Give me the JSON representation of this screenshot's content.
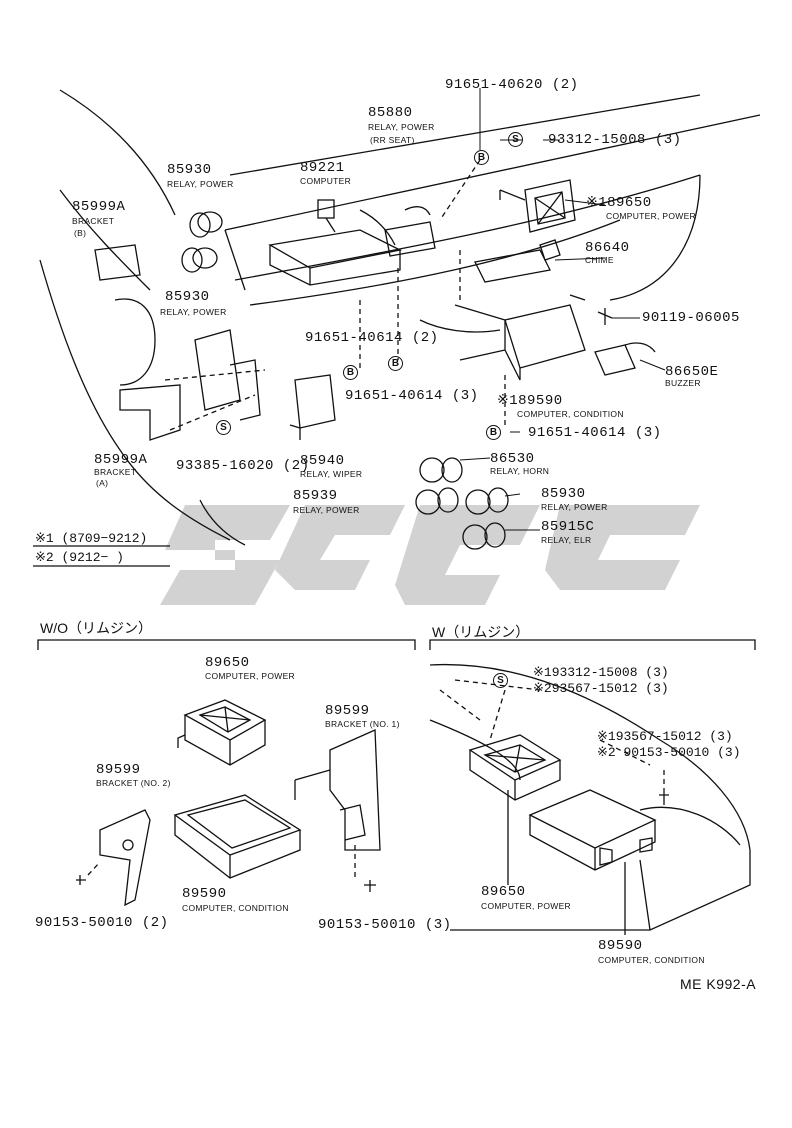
{
  "parts": [
    {
      "num": "91651-40620 (2)"
    },
    {
      "num": "85880",
      "name": "RELAY, POWER",
      "extra": "(RR SEAT)"
    },
    {
      "num": "93312-15008 (3)"
    },
    {
      "num": "85930",
      "name": "RELAY, POWER"
    },
    {
      "num": "89221",
      "name": "COMPUTER"
    },
    {
      "num": "85999A",
      "name": "BRACKET",
      "extra": "(B)"
    },
    {
      "num": "※189650",
      "name": "COMPUTER, POWER"
    },
    {
      "num": "86640",
      "name": "CHIME"
    },
    {
      "num": "85930",
      "name": "RELAY, POWER"
    },
    {
      "num": "90119-06005"
    },
    {
      "num": "91651-40614 (2)"
    },
    {
      "num": "86650E",
      "name": "BUZZER"
    },
    {
      "num": "91651-40614 (3)"
    },
    {
      "num": "※189590",
      "name": "COMPUTER, CONDITION"
    },
    {
      "num": "91651-40614 (3)"
    },
    {
      "num": "85999A",
      "name": "BRACKET",
      "extra": "(A)"
    },
    {
      "num": "93385-16020 (2)"
    },
    {
      "num": "85940",
      "name": "RELAY, WIPER"
    },
    {
      "num": "86530",
      "name": "RELAY, HORN"
    },
    {
      "num": "85939",
      "name": "RELAY, POWER"
    },
    {
      "num": "85930",
      "name": "RELAY, POWER"
    },
    {
      "num": "85915C",
      "name": "RELAY, ELR"
    }
  ],
  "notes": [
    "※1 (8709−9212)",
    "※2 (9212−        )"
  ],
  "sections": {
    "wo": "W/O（リムジン）",
    "w": "W（リムジン）"
  },
  "wo_parts": [
    {
      "num": "89650",
      "name": "COMPUTER, POWER"
    },
    {
      "num": "89599",
      "name": "BRACKET (No. 1)"
    },
    {
      "num": "89599",
      "name": "BRACKET (No. 2)"
    },
    {
      "num": "89590",
      "name": "COMPUTER, CONDITION"
    },
    {
      "num": "90153-50010 (2)"
    },
    {
      "num": "90153-50010 (3)"
    }
  ],
  "w_parts": [
    {
      "num": "※193312-15008 (3)"
    },
    {
      "num": "※293567-15012 (3)"
    },
    {
      "num": "※193567-15012 (3)"
    },
    {
      "num": "※2 90153-50010 (3)"
    },
    {
      "num": "89650",
      "name": "COMPUTER, POWER"
    },
    {
      "num": "89590",
      "name": "COMPUTER, CONDITION"
    }
  ],
  "markers": {
    "s": "S",
    "b": "B"
  },
  "figure_code": "ME K992-A"
}
